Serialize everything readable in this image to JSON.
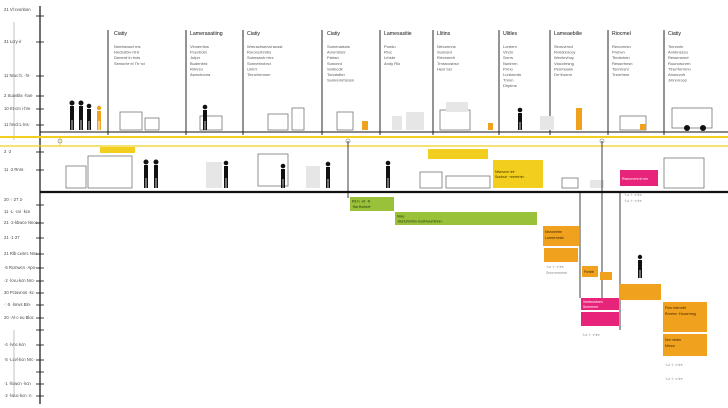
{
  "colors": {
    "yellow": "#f2cf1e",
    "green": "#99c23a",
    "orange": "#f0a21e",
    "magenta": "#e8237a",
    "ink": "#111111",
    "grey": "#bdbdbd",
    "light": "#e6e6e6"
  },
  "left_axis": {
    "top_labels": [
      "21 Vl:cvonbon",
      "31 Lcry·ir",
      "11 Nruc:h. ·hr·",
      "2 Suavbla ·han·",
      "10 Kt·cm i·hm·",
      "11 hrvcl:L·lns·"
    ],
    "mid_labels": [
      "2 ·2",
      "11 ·2 Rnrs·"
    ],
    "bottom_labels": [
      "20 ·:·27 2·",
      "11 ·L··cvi ·kcn",
      "21 ·2·kbwce Nnoc",
      "21 ·1·27",
      "21 Rlb·cxmrc Nnc·",
      "·6 Rcmwcn ·Apo·",
      "·2 ·lcvu·kcn Nro·",
      "30 Pctovnos ·kc·",
      "·:·5 ·lnnvs Blo·",
      "20 ·Al·c·eu Bloc",
      "·4 ·lvnc·kcn",
      "·5 ·Lcvl·kcn Nrc·",
      "·1 ·llcwcn ·kcn",
      "·2 ·lwuc·kcn ·n"
    ]
  },
  "columns": [
    {
      "title": "Ciatiy",
      "lines": [
        "Nnmbsnscl·ms",
        "Nnchstbn·rtt·tr",
        "Denerd·ln·hcts",
        "Seniorbr·el Th·rci"
      ]
    },
    {
      "title": "Lamerasatiing",
      "lines": [
        "Vinnerrilus",
        "Pcevtrotn",
        "Jufprr",
        "Budenbrd",
        "Rrlnrso",
        "Asmchorna"
      ]
    },
    {
      "title": "Ciatiy",
      "lines": [
        "Wrnrachsenai·ausst",
        "Roroncrhnrbs",
        "Suhesanh·rtrrs",
        "Sonnebrobrcl",
        "Umrrl",
        "Tinnchrrrosm"
      ]
    },
    {
      "title": "Ciatiy",
      "lines": [
        "Sumenaisnis",
        "Annrntrsnr",
        "Fslesn",
        "Suncnrd",
        "Snlrbcdir",
        "Tonnbdhrr",
        "Sumremrhsnsn"
      ]
    },
    {
      "title": "Lamesasitie",
      "lines": [
        "Pundu",
        "Rrvc",
        "Lrhsbr",
        "Andy Rlo"
      ]
    },
    {
      "title": "Llitins",
      "lines": [
        "Nrhurnnns",
        "Sunnsrd",
        "Rrhrsrmrh",
        "Trnsrcosbsn",
        "Hesr bsl"
      ]
    },
    {
      "title": "Ulitles",
      "lines": [
        "Lonbrrn",
        "Vlrcnr",
        "Srrrrs",
        "Norirnrn",
        "Prrno",
        "Lunbnrrdn",
        "Tnrnn",
        "Dhplrns"
      ]
    },
    {
      "title": "Lameaebilie",
      "lines": [
        "Sinruvrrncl",
        "Rvriobnrcoy",
        "Wevhrvhuy",
        "Vlacchrsng",
        "Penrhoolw",
        "Dn·thurrrn"
      ]
    },
    {
      "title": "Riocmel",
      "lines": [
        "Renornrsn",
        "Pruhvn",
        "Tindsrhen",
        "Ressrrhnsn",
        "Tonnrrsnr",
        "Trsrrrhsnr"
      ]
    },
    {
      "title": "Ciatiy",
      "lines": [
        "Tinnrcrln",
        "Annbnsscu",
        "Ressrnsrnd",
        "Ruunorunrrn",
        "Ttrerrhrrrnnn",
        "Ahonrvnlr",
        "Jmnnrroos"
      ]
    }
  ],
  "bars": [
    {
      "label": "Rt·h ·nt ·lt·",
      "line2": "·Ba·Hcrlwrt·"
    },
    {
      "label": "Nnu",
      "line2": "·Bcrtuhnrtnn·lnuthnvumtnnn·"
    },
    {
      "label": "Ntvnvrnn·lnt·",
      "line2": "Sunhuir ·nnrrrrrhn·"
    },
    {
      "label": "Rwnnrvrnrnl·rnn",
      "line2": ""
    },
    {
      "label": "Nrvonrnrrn",
      "line2": "Lomrrrmnbr"
    },
    {
      "label": "Fnnbtr",
      "line2": ""
    },
    {
      "label": "Vrnrbrosbnrn",
      "line2": "Snnnrnrnr"
    },
    {
      "label": "Flnn·ndrrnrbt",
      "line2": "Rnnhrn ·Hoovrrnng"
    },
    {
      "label": "Nnr·vbrtrn",
      "line2": "Nhnnr"
    }
  ],
  "notes": [
    {
      "text": "·Lo ·t ·v·lre"
    },
    {
      "text": "·Lo ·t ·v·lre"
    },
    {
      "text": "·Lo ·t ·v·lre"
    },
    {
      "text": "Snnrnrnnrnrn"
    },
    {
      "text": "·Lo ·t ·v·lre"
    },
    {
      "text": "·Lo ·t ·v·lre"
    },
    {
      "text": "·Lo ·t ·v·lre"
    }
  ]
}
